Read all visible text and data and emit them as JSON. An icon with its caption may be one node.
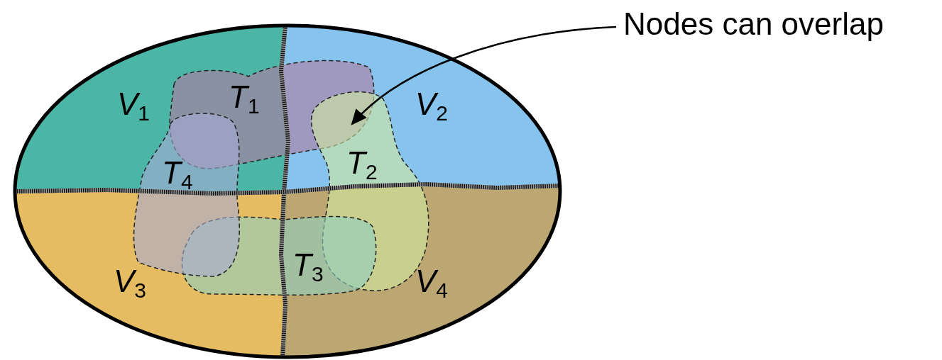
{
  "diagram": {
    "nodes": [
      {
        "text": [
          "*V*$_{1}$"
        ]
      },
      {
        "text": [
          "*V*$_{2}$"
        ]
      },
      {
        "text": [
          "*V*$_{3}$"
        ]
      },
      {
        "text": [
          "*V*$_{4}$"
        ]
      },
      {
        "text": [
          "*T*$_{1}$"
        ]
      },
      {
        "text": [
          "*T*$_{2}$"
        ]
      },
      {
        "text": [
          "*T*$_{3}$"
        ]
      },
      {
        "text": [
          "*T*$_{4}$"
        ]
      },
      {
        "text": [
          "Nodes can overlap"
        ]
      }
    ],
    "edges": [
      {
        "from": 8,
        "to": 4,
        "arrow": "to"
      }
    ]
  }
}
